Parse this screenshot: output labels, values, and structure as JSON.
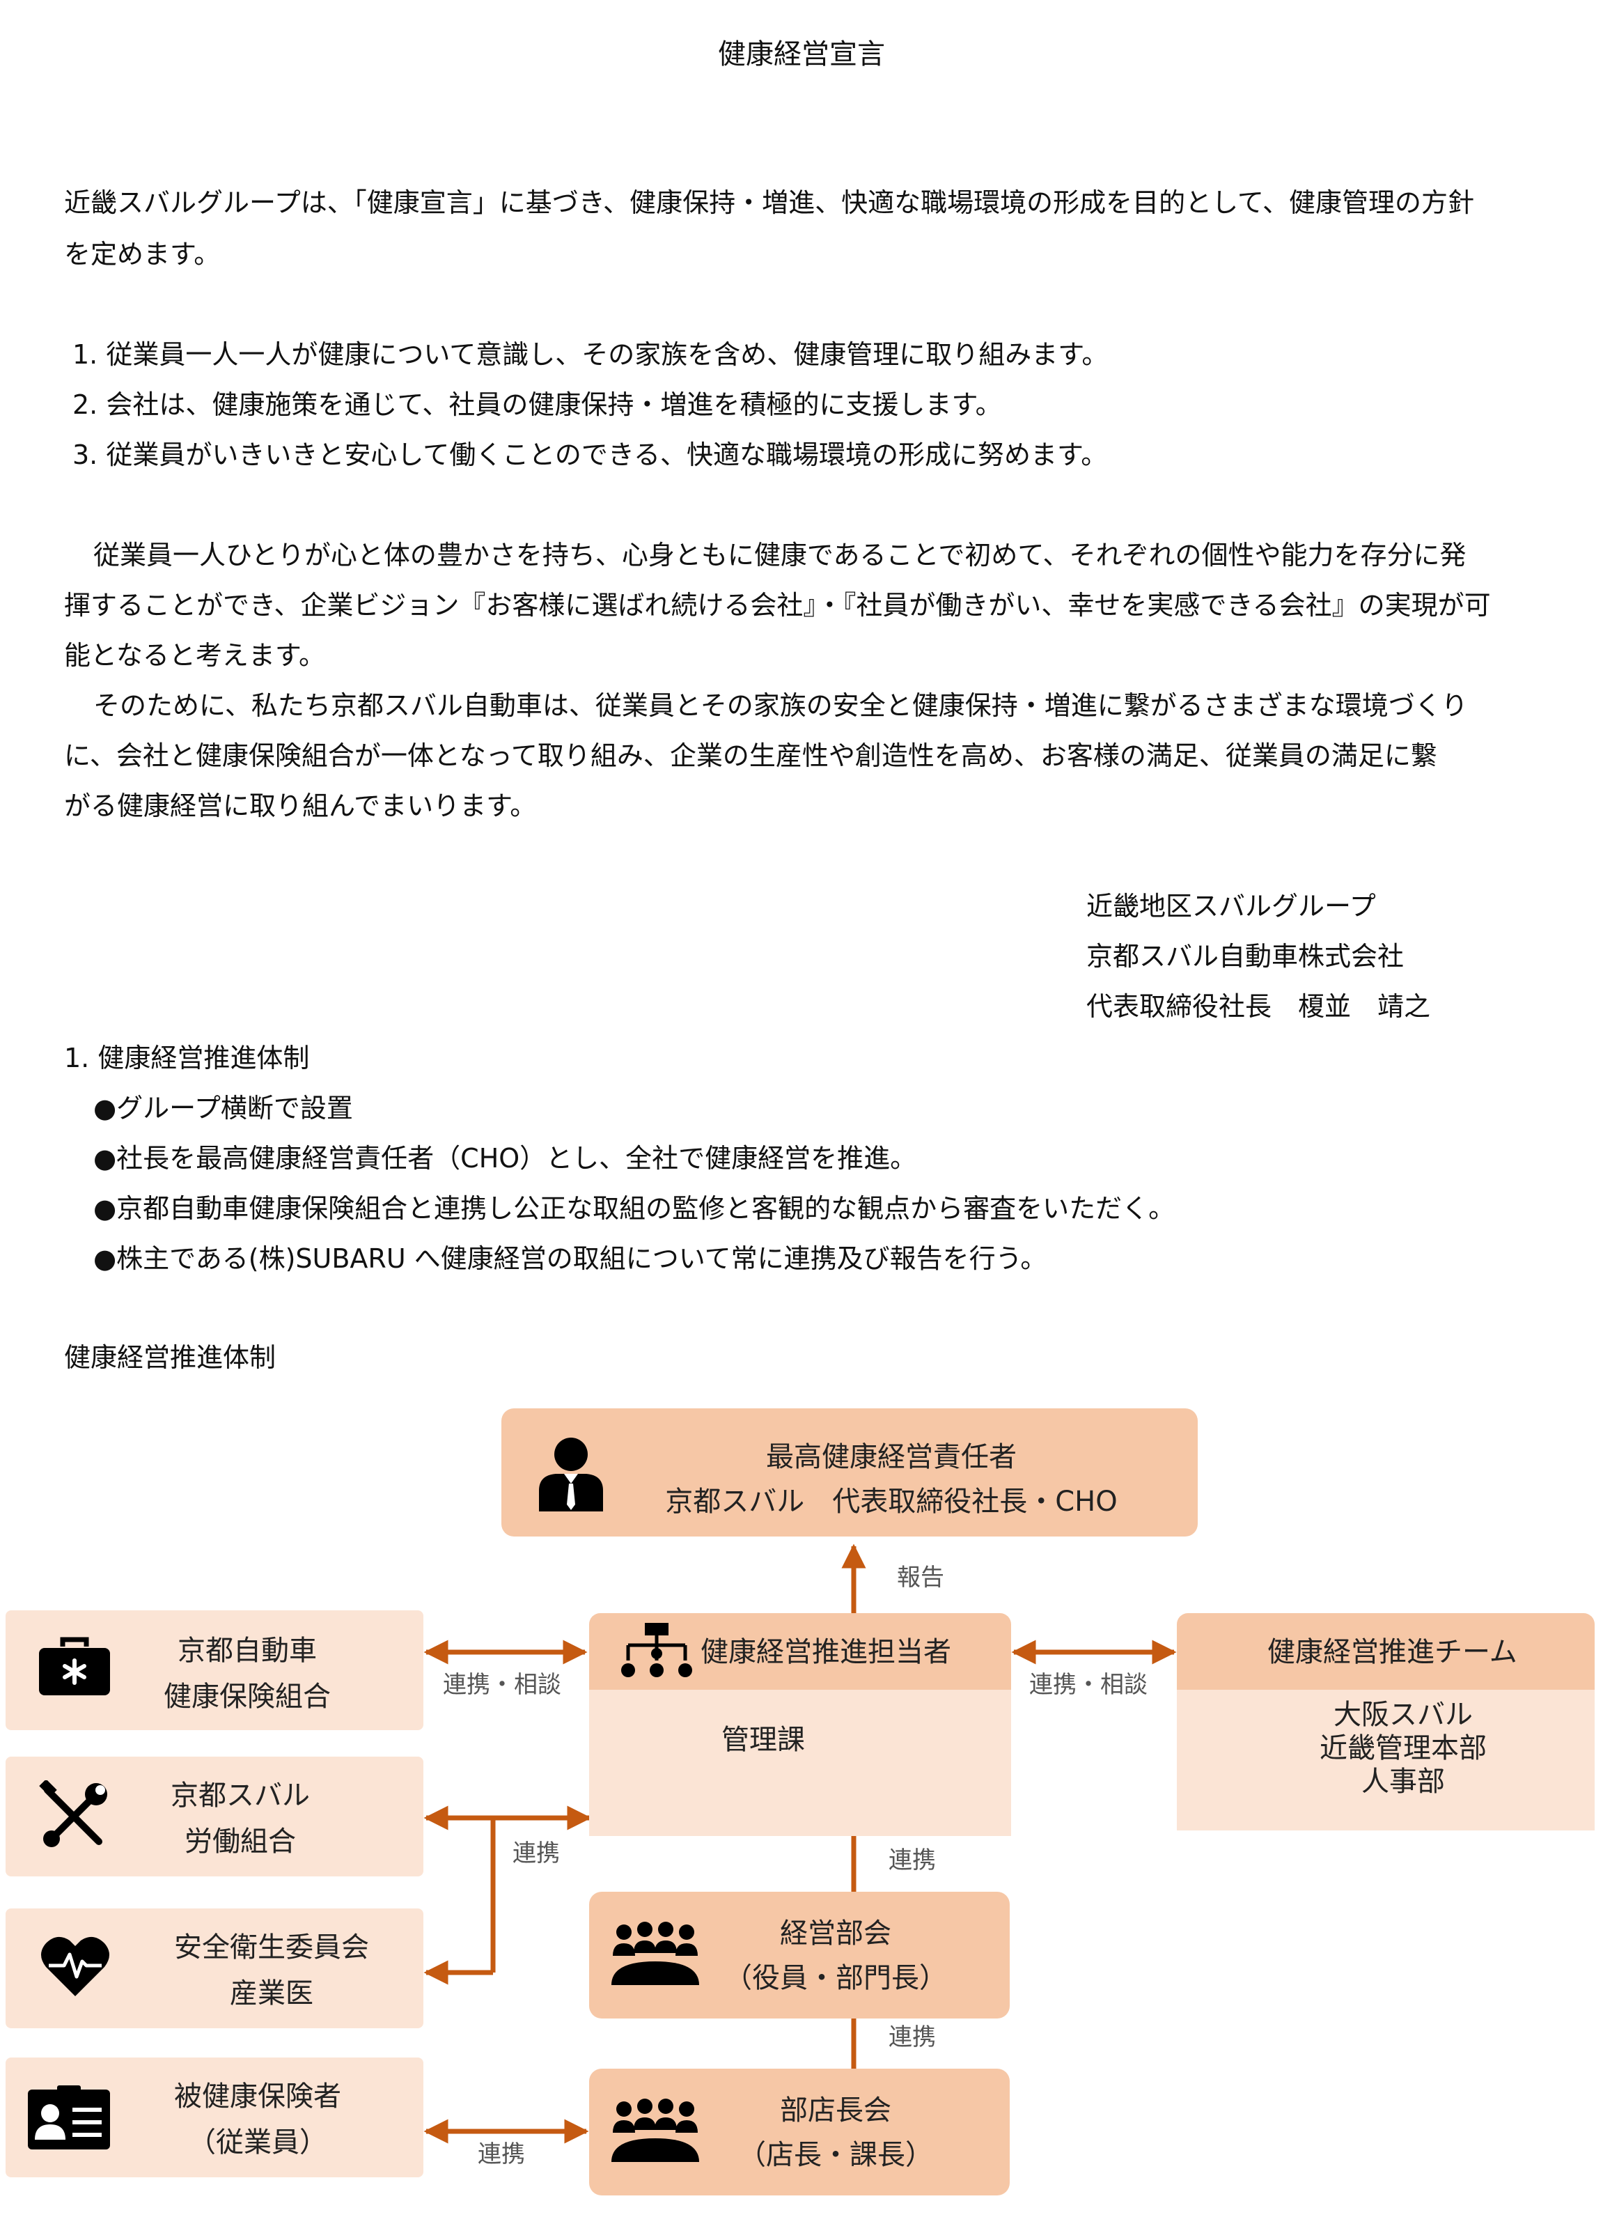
{
  "title": "健康経営宣言",
  "intro": [
    "近畿スバルグループは、「健康宣言」に基づき、健康保持・増進、快適な職場環境の形成を目的として、健康管理の方針",
    "を定めます。"
  ],
  "policies": [
    "1. 従業員一人一人が健康について意識し、その家族を含め、健康管理に取り組みます。",
    "2. 会社は、健康施策を通じて、社員の健康保持・増進を積極的に支援します。",
    "3. 従業員がいきいきと安心して働くことのできる、快適な職場環境の形成に努めます。"
  ],
  "body": [
    "従業員一人ひとりが心と体の豊かさを持ち、心身ともに健康であることで初めて、それぞれの個性や能力を存分に発",
    "揮することができ、企業ビジョン『お客様に選ばれ続ける会社』・『社員が働きがい、幸せを実感できる会社』の実現が可",
    "能となると考えます。",
    "そのために、私たち京都スバル自動車は、従業員とその家族の安全と健康保持・増進に繋がるさまざまな環境づくり",
    "に、会社と健康保険組合が一体となって取り組み、企業の生産性や創造性を高め、お客様の満足、従業員の満足に繋",
    "がる健康経営に取り組んでまいります。"
  ],
  "signature": [
    "近畿地区スバルグループ",
    "京都スバル自動車株式会社",
    "代表取締役社長　榎並　靖之"
  ],
  "section": {
    "heading": "1. 健康経営推進体制",
    "bullets": [
      "●グループ横断で設置",
      "●社長を最高健康経営責任者（CHO）とし、全社で健康経営を推進。",
      "●京都自動車健康保険組合と連携し公正な取組の監修と客観的な観点から審査をいただく。",
      "●株主である(株)SUBARU へ健康経営の取組について常に連携及び報告を行う。"
    ]
  },
  "diagram": {
    "title": "健康経営推進体制",
    "cho": [
      "最高健康経営責任者",
      "京都スバル　代表取締役社長・CHO"
    ],
    "report_label": "報告",
    "manager_title": "健康経営推進担当者",
    "manager_dept": "管理課",
    "team_title": "健康経営推進チーム",
    "team_body": [
      "大阪スバル",
      "近畿管理本部",
      "人事部"
    ],
    "left_boxes": [
      [
        "京都自動車",
        "健康保険組合"
      ],
      [
        "京都スバル",
        "労働組合"
      ],
      [
        "安全衛生委員会",
        "産業医"
      ],
      [
        "被健康保険者",
        "（従業員）"
      ]
    ],
    "exec_meeting": [
      "経営部会",
      "（役員・部門長）"
    ],
    "branch_meeting": [
      "部店長会",
      "（店長・課長）"
    ],
    "labels": {
      "consult_left": "連携・相談",
      "consult_right": "連携・相談",
      "link_left": "連携",
      "link_mid1": "連携",
      "link_mid2": "連携",
      "link_bottom": "連携"
    },
    "icons": [
      "person-suit-icon",
      "first-aid-kit-icon",
      "tools-icon",
      "heart-pulse-icon",
      "id-card-icon",
      "org-chart-icon",
      "meeting-group-icon"
    ],
    "colors": {
      "dark": "#f6c7a6",
      "light": "#fbe4d5",
      "arrow": "#c55a11"
    }
  }
}
